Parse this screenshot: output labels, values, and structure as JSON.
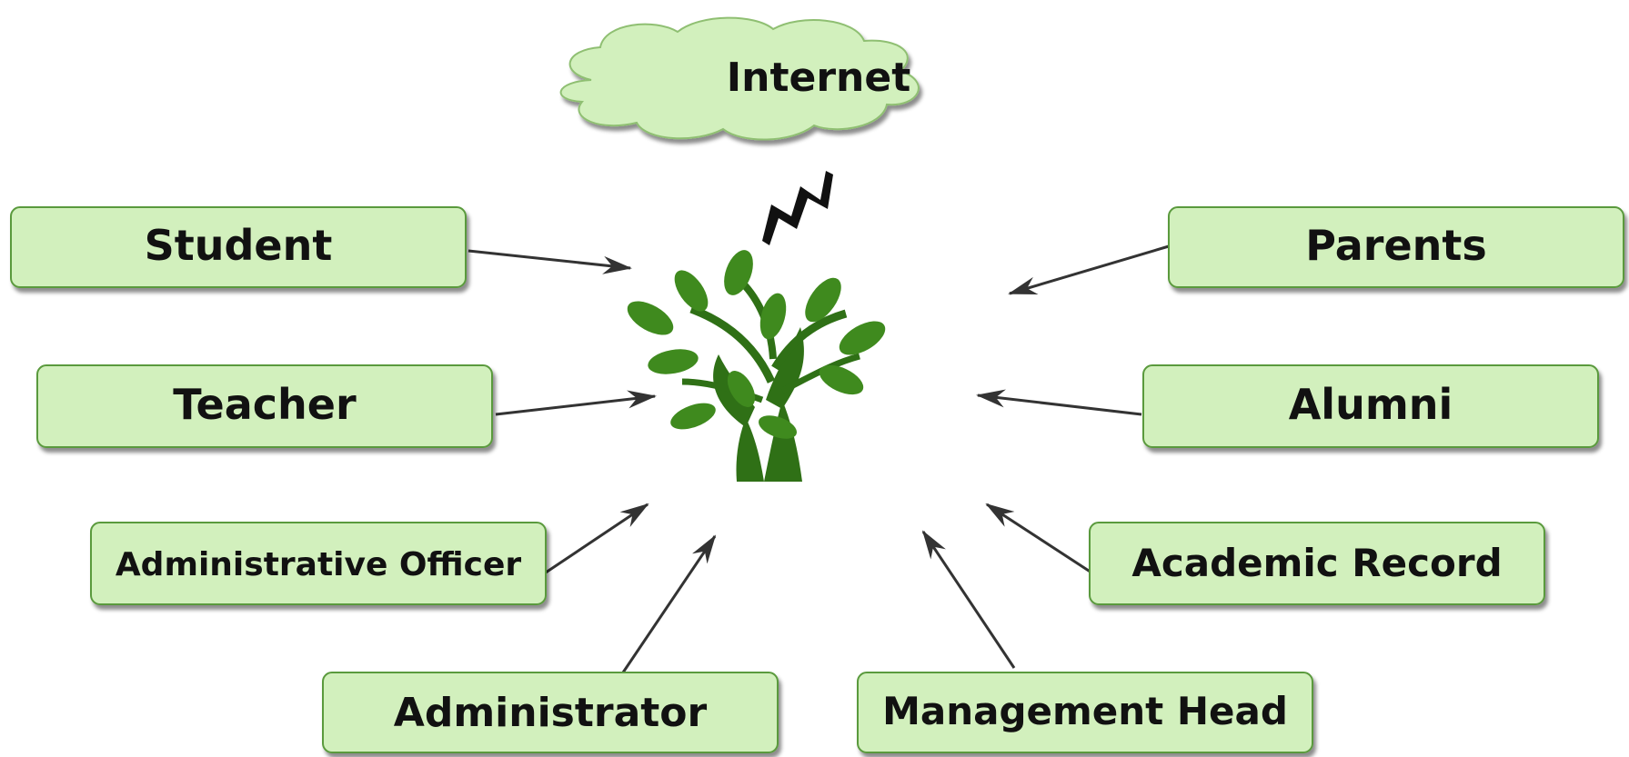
{
  "diagram": {
    "cloud": {
      "label": "Internet"
    },
    "nodes": {
      "student": "Student",
      "teacher": "Teacher",
      "administrative_officer": "Administrative Officer",
      "administrator": "Administrator",
      "management_head": "Management Head",
      "academic_record": "Academic Record",
      "alumni": "Alumni",
      "parents": "Parents"
    },
    "center_icon": "tree-logo-icon",
    "link_icon": "lightning-bolt-icon",
    "colors": {
      "box_fill": "#d2f0bd",
      "box_border": "#5a9a3c",
      "tree_green": "#2f7016",
      "arrow": "#333333",
      "text": "#111111"
    }
  }
}
